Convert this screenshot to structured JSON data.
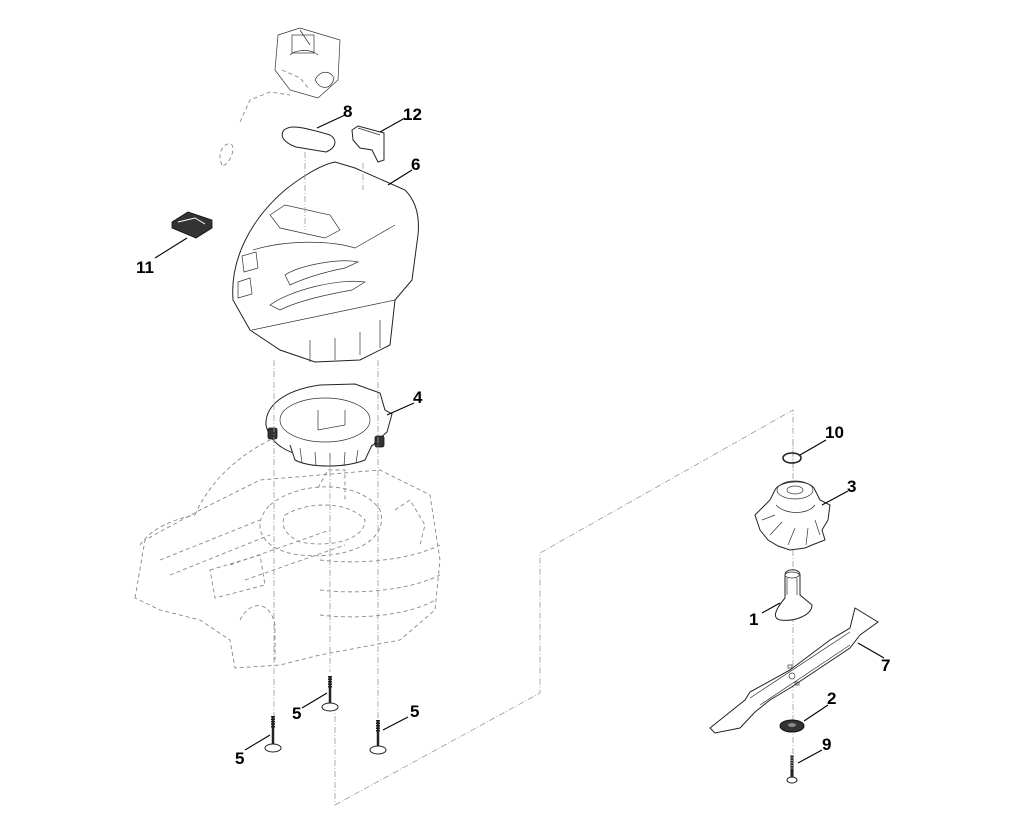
{
  "diagram": {
    "title": "Exploded parts view - lawn mower hood, fan housing, blade assembly",
    "callouts": [
      {
        "id": "c1",
        "label": "1",
        "part": "blade-adapter"
      },
      {
        "id": "c2",
        "label": "2",
        "part": "washer"
      },
      {
        "id": "c3",
        "label": "3",
        "part": "fan-impeller"
      },
      {
        "id": "c4",
        "label": "4",
        "part": "motor-housing-flange"
      },
      {
        "id": "c5a",
        "label": "5",
        "part": "bolt-left"
      },
      {
        "id": "c5b",
        "label": "5",
        "part": "bolt-middle"
      },
      {
        "id": "c5c",
        "label": "5",
        "part": "bolt-right"
      },
      {
        "id": "c6",
        "label": "6",
        "part": "motor-hood"
      },
      {
        "id": "c7",
        "label": "7",
        "part": "mower-blade"
      },
      {
        "id": "c8",
        "label": "8",
        "part": "hood-cover-plate"
      },
      {
        "id": "c9",
        "label": "9",
        "part": "blade-screw"
      },
      {
        "id": "c10",
        "label": "10",
        "part": "retaining-ring"
      },
      {
        "id": "c11",
        "label": "11",
        "part": "control-bracket"
      },
      {
        "id": "c12",
        "label": "12",
        "part": "safety-key"
      }
    ]
  }
}
